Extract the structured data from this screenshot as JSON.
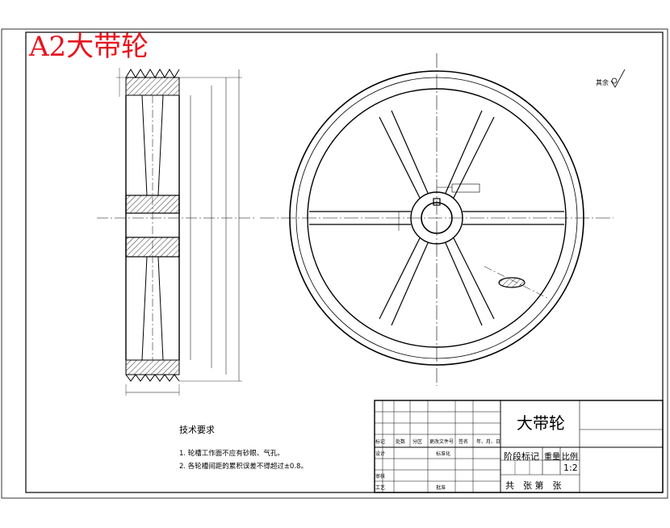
{
  "drawing": {
    "sheet_label": "A2大带轮",
    "roughness_note": "其余",
    "notes_header": "技术要求",
    "notes": [
      "1. 轮槽工作面不应有砂眼、气孔。",
      "2. 各轮槽间距的累积误差不得超过±0.8。"
    ]
  },
  "title_block": {
    "part_name": "大带轮",
    "stage_label": "阶段标记",
    "weight_label": "重量",
    "scale_label": "比例",
    "scale_value": "1:2",
    "sheet_count": "共　张 第　张",
    "rev_headers": [
      "标记",
      "处数",
      "分区",
      "更改文件号",
      "签名",
      "年、月、日"
    ],
    "row_labels": [
      "设计",
      "审核",
      "工艺"
    ],
    "std_label": "标准化",
    "approve_label": "批准"
  },
  "icons": {
    "roughness": "surface-roughness-icon"
  },
  "colors": {
    "line": "#000000",
    "title": "#e8141e",
    "hatch": "#000000"
  }
}
